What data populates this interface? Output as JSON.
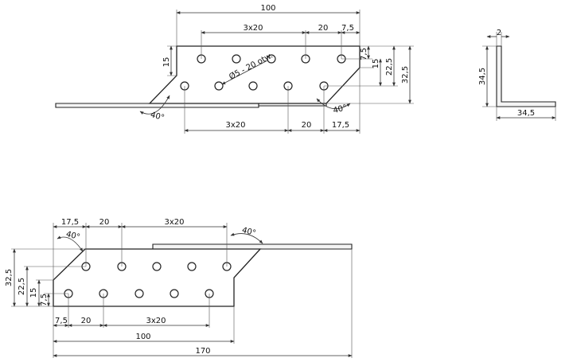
{
  "top_view": {
    "dim_100": "100",
    "dim_3x20_top": "3x20",
    "dim_20_top": "20",
    "dim_7_5_top": "7,5",
    "dim_15_left": "15",
    "dim_7_5_right": "7,5",
    "dim_15_right": "15",
    "dim_22_5_right": "22,5",
    "dim_32_5_right": "32,5",
    "hole_note": "Ø5 - 20 otw.",
    "angle_left": "40°",
    "angle_right": "40°",
    "dim_3x20_bottom": "3x20",
    "dim_20_bottom": "20",
    "dim_17_5_bottom": "17,5"
  },
  "side_view": {
    "dim_2": "2",
    "dim_34_5_vertical": "34,5",
    "dim_34_5_horizontal": "34,5"
  },
  "bottom_view": {
    "dim_17_5_top": "17,5",
    "dim_20_top": "20",
    "dim_3x20_top": "3x20",
    "angle_left": "40°",
    "angle_right": "40°",
    "dim_32_5_left": "32,5",
    "dim_22_5_left": "22,5",
    "dim_15_left": "15",
    "dim_7_5_left": "7,5",
    "dim_7_5_bottom": "7,5",
    "dim_20_bottom": "20",
    "dim_3x20_bottom": "3x20",
    "dim_100": "100",
    "dim_170": "170"
  }
}
